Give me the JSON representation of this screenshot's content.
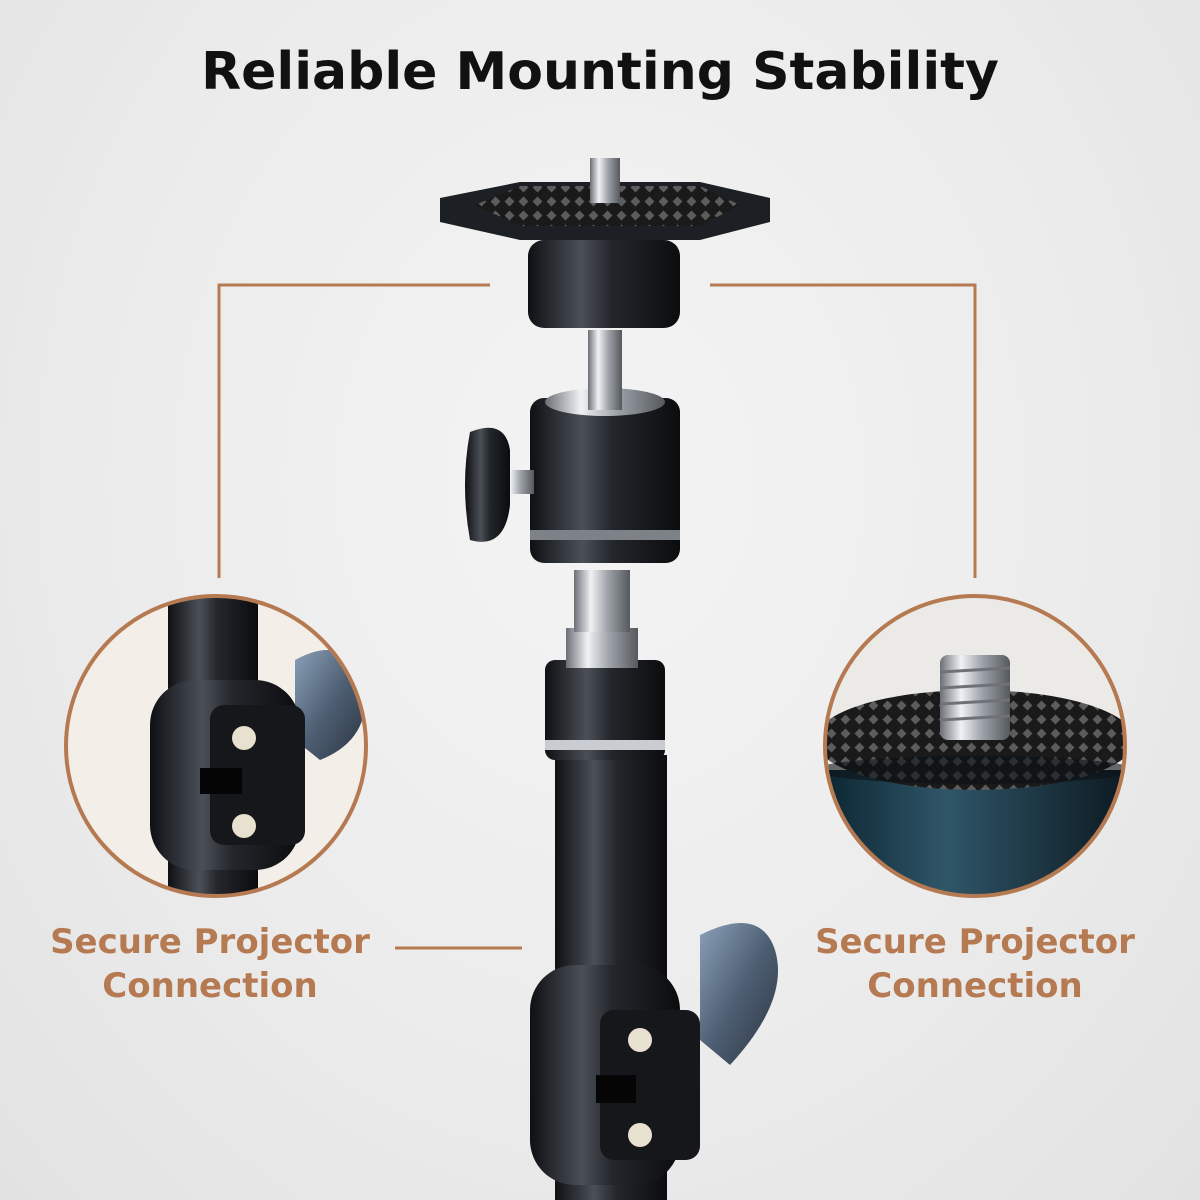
{
  "title": "Reliable Mounting Stability",
  "callouts": [
    {
      "line1": "Secure Projector",
      "line2": "Connection"
    },
    {
      "line1": "Secure Projector",
      "line2": "Connection"
    }
  ],
  "colors": {
    "accent": "#b67a52",
    "metal_dark": "#1c1f24",
    "background": "#ececec"
  },
  "icons": [
    "mounting-plate",
    "ball-head",
    "locking-knob",
    "telescoping-pole",
    "pole-clamp",
    "screw-thread"
  ]
}
